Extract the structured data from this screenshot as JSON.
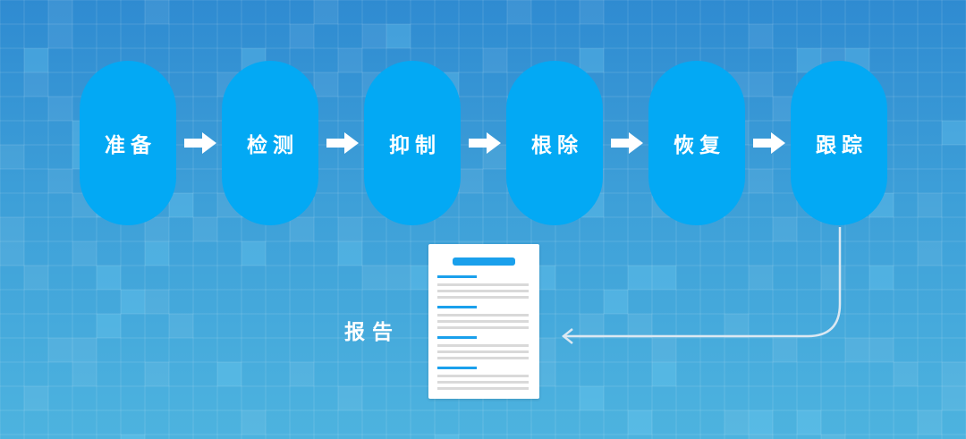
{
  "steps": [
    {
      "label": "准备"
    },
    {
      "label": "检测"
    },
    {
      "label": "抑制"
    },
    {
      "label": "根除"
    },
    {
      "label": "恢复"
    },
    {
      "label": "跟踪"
    }
  ],
  "report": {
    "label": "报告"
  },
  "colors": {
    "pill": "#03a9f4",
    "arrow": "#ffffff",
    "connector": "#dbe8f2",
    "doc_accent": "#1aa0ec",
    "doc_line": "#d9d9d9"
  }
}
